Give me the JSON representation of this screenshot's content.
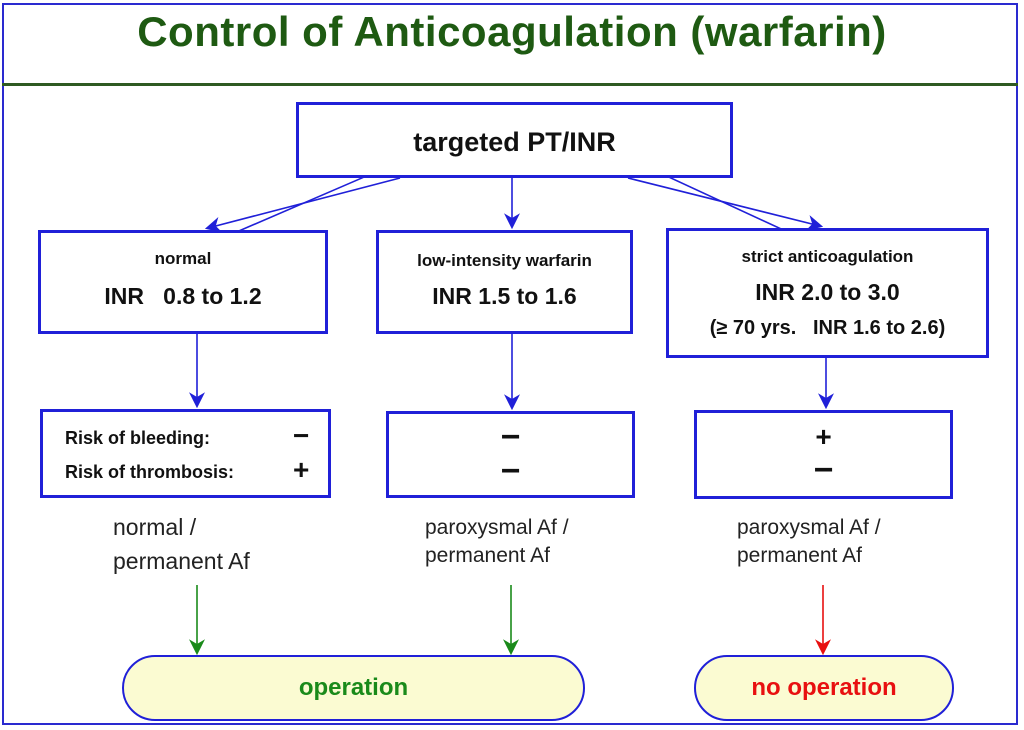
{
  "title": "Control of Anticoagulation (warfarin)",
  "root": {
    "label": "targeted PT/INR"
  },
  "branches": [
    {
      "heading": "normal",
      "inr": "INR   0.8 to 1.2",
      "risk_lines": [
        {
          "label": "Risk of bleeding:",
          "sign": "−"
        },
        {
          "label": "Risk of thrombosis:",
          "sign": "+"
        }
      ],
      "condition": [
        "normal /",
        "permanent Af"
      ],
      "outcome": "operation"
    },
    {
      "heading": "low-intensity warfarin",
      "inr": "INR 1.5 to 1.6",
      "signs": [
        "−",
        "−"
      ],
      "condition": [
        "paroxysmal Af /",
        "permanent Af"
      ]
    },
    {
      "heading": "strict anticoagulation",
      "inr": "INR 2.0 to 3.0",
      "note": "(≥ 70 yrs.   INR 1.6 to 2.6)",
      "signs": [
        "+",
        "−"
      ],
      "condition": [
        "paroxysmal Af /",
        "permanent Af"
      ],
      "outcome": "no operation"
    }
  ],
  "colors": {
    "title": "#1e5a12",
    "box_border": "#2020d8",
    "operation": "#1a8a1a",
    "no_operation": "#e81010",
    "oval_fill": "#fbfbd2"
  }
}
